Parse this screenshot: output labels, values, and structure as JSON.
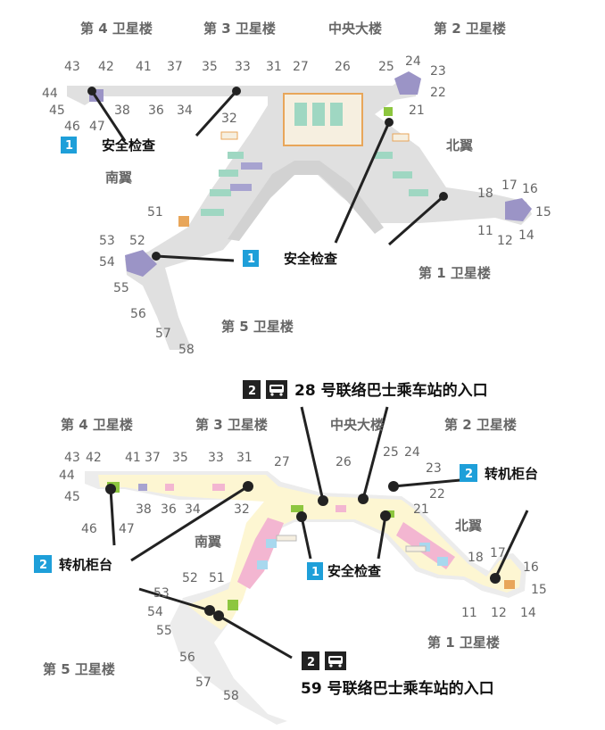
{
  "top_map": {
    "building_labels": {
      "sat4": "第 4 卫星楼",
      "sat3": "第 3 卫星楼",
      "central": "中央大楼",
      "sat2": "第 2 卫星楼",
      "south": "南翼",
      "north": "北翼",
      "sat1": "第 1 卫星楼",
      "sat5": "第 5 卫星楼"
    },
    "gates": [
      "43",
      "42",
      "41",
      "37",
      "35",
      "33",
      "31",
      "27",
      "26",
      "25",
      "24",
      "23",
      "22",
      "21",
      "44",
      "45",
      "46",
      "47",
      "38",
      "36",
      "34",
      "32",
      "18",
      "17",
      "16",
      "15",
      "11",
      "12",
      "14",
      "51",
      "53",
      "52",
      "54",
      "55",
      "56",
      "57",
      "58"
    ],
    "security_label": "安全检查",
    "badge_1": "1"
  },
  "bottom_map": {
    "building_labels": {
      "sat4": "第 4 卫星楼",
      "sat3": "第 3 卫星楼",
      "central": "中央大楼",
      "sat2": "第 2 卫星楼",
      "south": "南翼",
      "north": "北翼",
      "sat1": "第 1 卫星楼",
      "sat5": "第 5 卫星楼"
    },
    "gates": [
      "43",
      "42",
      "41",
      "37",
      "35",
      "33",
      "31",
      "27",
      "26",
      "25",
      "24",
      "23",
      "22",
      "21",
      "44",
      "45",
      "46",
      "47",
      "38",
      "36",
      "34",
      "32",
      "18",
      "17",
      "16",
      "15",
      "11",
      "12",
      "14",
      "52",
      "51",
      "53",
      "54",
      "55",
      "56",
      "57",
      "58"
    ],
    "security_label": "安全检查",
    "transfer_label": "转机柜台",
    "bus28_label": "28 号联络巴士乘车站的入口",
    "bus59_label": "59 号联络巴士乘车站的入口",
    "badge_1": "1",
    "badge_2": "2"
  },
  "colors": {
    "badge_blue": "#1e9fd9",
    "badge_dark": "#222222",
    "terminal_fill": "#e0e0e0",
    "terminal_fill_light": "#ececec",
    "bottom_floor": "#fdf6d2",
    "central_orange": "#e8a65a",
    "pink": "#f3b6d1",
    "purple": "#9b94c6"
  }
}
